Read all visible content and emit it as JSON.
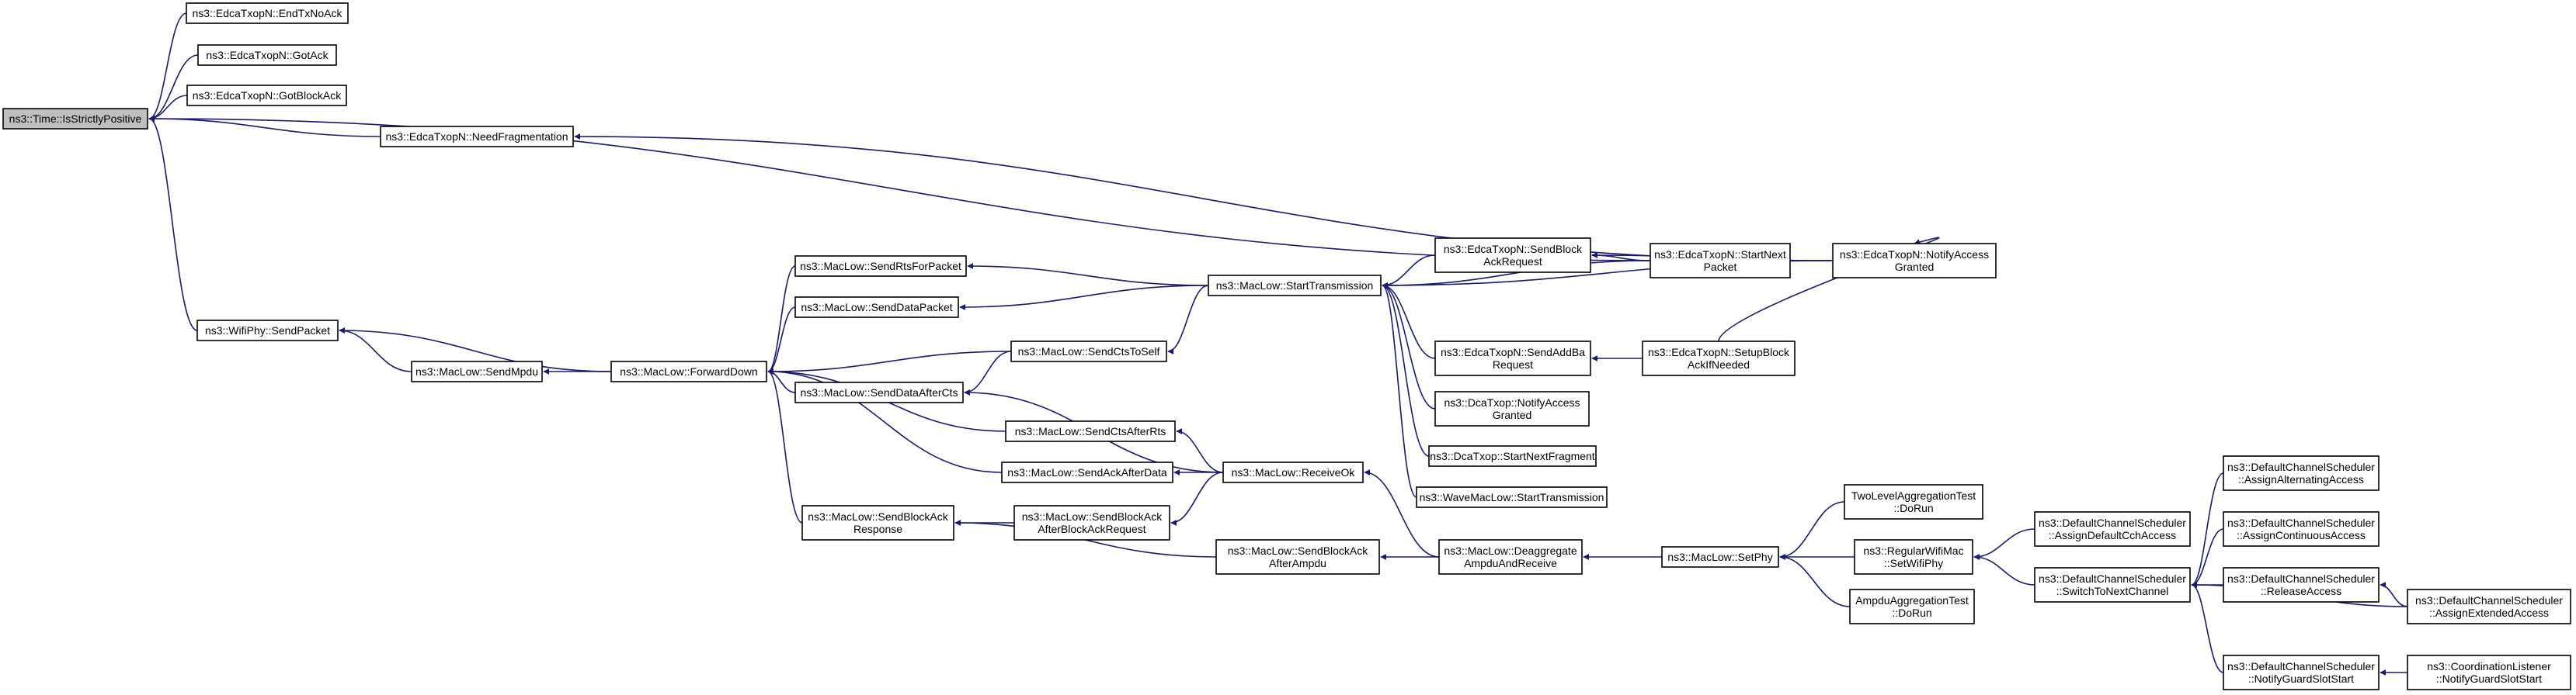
{
  "diagram": {
    "type": "call-graph",
    "edge_color": "#191970",
    "root_fill": "#bfbfbf",
    "nodes": [
      {
        "id": "n0",
        "lines": [
          "ns3::Time::IsStrictlyPositive"
        ],
        "root": true
      },
      {
        "id": "n1",
        "lines": [
          "ns3::EdcaTxopN::EndTxNoAck"
        ]
      },
      {
        "id": "n2",
        "lines": [
          "ns3::EdcaTxopN::GotAck"
        ]
      },
      {
        "id": "n3",
        "lines": [
          "ns3::EdcaTxopN::GotBlockAck"
        ]
      },
      {
        "id": "n4",
        "lines": [
          "ns3::EdcaTxopN::NeedFragmentation"
        ]
      },
      {
        "id": "n5",
        "lines": [
          "ns3::EdcaTxopN::NotifyAccess",
          "Granted"
        ]
      },
      {
        "id": "n6",
        "lines": [
          "ns3::EdcaTxopN::StartNext",
          "Packet"
        ]
      },
      {
        "id": "n7",
        "lines": [
          "ns3::WifiPhy::SendPacket"
        ]
      },
      {
        "id": "n8",
        "lines": [
          "ns3::MacLow::SendMpdu"
        ]
      },
      {
        "id": "n9",
        "lines": [
          "ns3::MacLow::ForwardDown"
        ]
      },
      {
        "id": "n10",
        "lines": [
          "ns3::MacLow::SendRtsForPacket"
        ]
      },
      {
        "id": "n11",
        "lines": [
          "ns3::MacLow::SendDataPacket"
        ]
      },
      {
        "id": "n12",
        "lines": [
          "ns3::MacLow::SendDataAfterCts"
        ]
      },
      {
        "id": "n13",
        "lines": [
          "ns3::MacLow::SendCtsAfterRts"
        ]
      },
      {
        "id": "n14",
        "lines": [
          "ns3::MacLow::SendAckAfterData"
        ]
      },
      {
        "id": "n15",
        "lines": [
          "ns3::MacLow::SendBlockAck",
          "Response"
        ]
      },
      {
        "id": "n16",
        "lines": [
          "ns3::MacLow::SendCtsToSelf"
        ]
      },
      {
        "id": "n17",
        "lines": [
          "ns3::MacLow::SendBlockAck",
          "AfterBlockAckRequest"
        ]
      },
      {
        "id": "n18",
        "lines": [
          "ns3::MacLow::StartTransmission"
        ]
      },
      {
        "id": "n19",
        "lines": [
          "ns3::MacLow::ReceiveOk"
        ]
      },
      {
        "id": "n20",
        "lines": [
          "ns3::MacLow::SendBlockAck",
          "AfterAmpdu"
        ]
      },
      {
        "id": "n21",
        "lines": [
          "ns3::EdcaTxopN::SendBlock",
          "AckRequest"
        ]
      },
      {
        "id": "n22",
        "lines": [
          "ns3::EdcaTxopN::SendAddBa",
          "Request"
        ]
      },
      {
        "id": "n23",
        "lines": [
          "ns3::DcaTxop::NotifyAccess",
          "Granted"
        ]
      },
      {
        "id": "n24",
        "lines": [
          "ns3::DcaTxop::StartNextFragment"
        ]
      },
      {
        "id": "n25",
        "lines": [
          "ns3::WaveMacLow::StartTransmission"
        ]
      },
      {
        "id": "n26",
        "lines": [
          "ns3::MacLow::Deaggregate",
          "AmpduAndReceive"
        ]
      },
      {
        "id": "n27",
        "lines": [
          "ns3::EdcaTxopN::SetupBlock",
          "AckIfNeeded"
        ]
      },
      {
        "id": "n28",
        "lines": [
          "ns3::MacLow::SetPhy"
        ]
      },
      {
        "id": "n29",
        "lines": [
          "TwoLevelAggregationTest",
          "::DoRun"
        ]
      },
      {
        "id": "n30",
        "lines": [
          "ns3::RegularWifiMac",
          "::SetWifiPhy"
        ]
      },
      {
        "id": "n31",
        "lines": [
          "AmpduAggregationTest",
          "::DoRun"
        ]
      },
      {
        "id": "n32",
        "lines": [
          "ns3::DefaultChannelScheduler",
          "::AssignDefaultCchAccess"
        ]
      },
      {
        "id": "n33",
        "lines": [
          "ns3::DefaultChannelScheduler",
          "::SwitchToNextChannel"
        ]
      },
      {
        "id": "n34",
        "lines": [
          "ns3::DefaultChannelScheduler",
          "::AssignAlternatingAccess"
        ]
      },
      {
        "id": "n35",
        "lines": [
          "ns3::DefaultChannelScheduler",
          "::AssignContinuousAccess"
        ]
      },
      {
        "id": "n36",
        "lines": [
          "ns3::DefaultChannelScheduler",
          "::ReleaseAccess"
        ]
      },
      {
        "id": "n37",
        "lines": [
          "ns3::DefaultChannelScheduler",
          "::NotifyGuardSlotStart"
        ]
      },
      {
        "id": "n38",
        "lines": [
          "ns3::DefaultChannelScheduler",
          "::AssignExtendedAccess"
        ]
      },
      {
        "id": "n39",
        "lines": [
          "ns3::CoordinationListener",
          "::NotifyGuardSlotStart"
        ]
      }
    ],
    "edges": [
      {
        "from": "n1",
        "to": "n0"
      },
      {
        "from": "n2",
        "to": "n0"
      },
      {
        "from": "n3",
        "to": "n0"
      },
      {
        "from": "n4",
        "to": "n0"
      },
      {
        "from": "n6",
        "to": "n0"
      },
      {
        "from": "n7",
        "to": "n0"
      },
      {
        "from": "n5",
        "to": "n4"
      },
      {
        "from": "n8",
        "to": "n7"
      },
      {
        "from": "n9",
        "to": "n7"
      },
      {
        "from": "n9",
        "to": "n8"
      },
      {
        "from": "n10",
        "to": "n9"
      },
      {
        "from": "n11",
        "to": "n9"
      },
      {
        "from": "n12",
        "to": "n9"
      },
      {
        "from": "n13",
        "to": "n9"
      },
      {
        "from": "n14",
        "to": "n9"
      },
      {
        "from": "n15",
        "to": "n9"
      },
      {
        "from": "n16",
        "to": "n9"
      },
      {
        "from": "n18",
        "to": "n10"
      },
      {
        "from": "n18",
        "to": "n11"
      },
      {
        "from": "n18",
        "to": "n16"
      },
      {
        "from": "n16",
        "to": "n12"
      },
      {
        "from": "n19",
        "to": "n12"
      },
      {
        "from": "n19",
        "to": "n13"
      },
      {
        "from": "n19",
        "to": "n14"
      },
      {
        "from": "n17",
        "to": "n15"
      },
      {
        "from": "n20",
        "to": "n15"
      },
      {
        "from": "n19",
        "to": "n17"
      },
      {
        "from": "n26",
        "to": "n19"
      },
      {
        "from": "n26",
        "to": "n20"
      },
      {
        "from": "n21",
        "to": "n18"
      },
      {
        "from": "n22",
        "to": "n18"
      },
      {
        "from": "n23",
        "to": "n18"
      },
      {
        "from": "n24",
        "to": "n18"
      },
      {
        "from": "n25",
        "to": "n18"
      },
      {
        "from": "n6",
        "to": "n18"
      },
      {
        "from": "n5",
        "to": "n18"
      },
      {
        "from": "n6",
        "to": "n21"
      },
      {
        "from": "n5",
        "to": "n21"
      },
      {
        "from": "n27",
        "to": "n22"
      },
      {
        "from": "n27",
        "to": "n5"
      },
      {
        "from": "n28",
        "to": "n26"
      },
      {
        "from": "n29",
        "to": "n28"
      },
      {
        "from": "n30",
        "to": "n28"
      },
      {
        "from": "n31",
        "to": "n28"
      },
      {
        "from": "n32",
        "to": "n30"
      },
      {
        "from": "n33",
        "to": "n30"
      },
      {
        "from": "n34",
        "to": "n33"
      },
      {
        "from": "n35",
        "to": "n33"
      },
      {
        "from": "n36",
        "to": "n33"
      },
      {
        "from": "n37",
        "to": "n33"
      },
      {
        "from": "n38",
        "to": "n33"
      },
      {
        "from": "n38",
        "to": "n36"
      },
      {
        "from": "n39",
        "to": "n37"
      }
    ]
  }
}
